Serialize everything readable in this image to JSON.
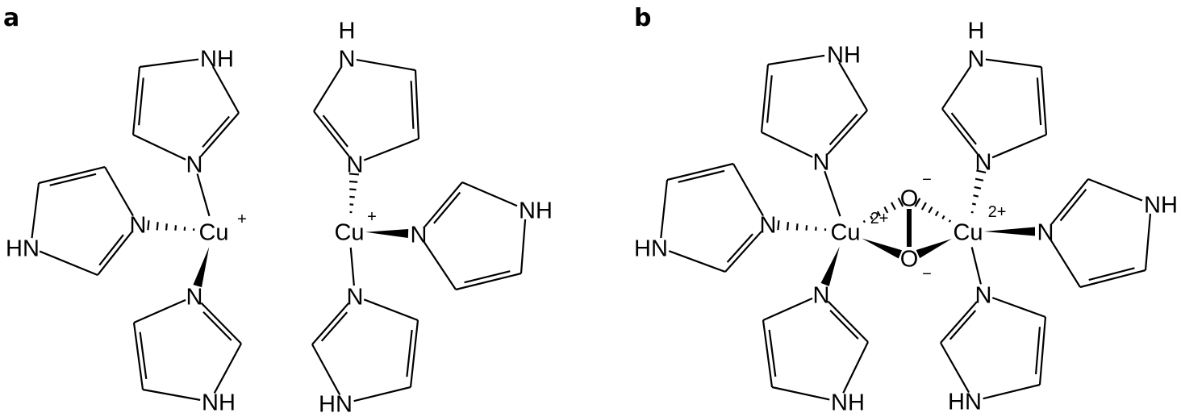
{
  "panel_a": {
    "label": "a",
    "complex_1": {
      "metal": "Cu",
      "charge": "+",
      "ligands": [
        {
          "coord_n": "N",
          "nh": "NH"
        },
        {
          "coord_n": "N",
          "nh": "HN"
        },
        {
          "coord_n": "N",
          "nh": "NH"
        }
      ]
    },
    "complex_2": {
      "metal": "Cu",
      "charge": "+",
      "ligands": [
        {
          "coord_n": "N",
          "nh": "N",
          "h": "H"
        },
        {
          "coord_n": "N",
          "nh": "NH"
        },
        {
          "coord_n": "N",
          "nh": "HN"
        }
      ]
    }
  },
  "panel_b": {
    "label": "b",
    "metal_1": {
      "metal": "Cu",
      "charge": "2+"
    },
    "metal_2": {
      "metal": "Cu",
      "charge": "2+"
    },
    "peroxo": [
      {
        "atom": "O",
        "charge": "−"
      },
      {
        "atom": "O",
        "charge": "−"
      }
    ],
    "ligands": [
      {
        "coord_n": "N",
        "nh": "NH"
      },
      {
        "coord_n": "N",
        "nh": "HN"
      },
      {
        "coord_n": "N",
        "nh": "NH"
      },
      {
        "coord_n": "N",
        "nh": "N",
        "h": "H"
      },
      {
        "coord_n": "N",
        "nh": "NH"
      },
      {
        "coord_n": "N",
        "nh": "HN"
      }
    ]
  }
}
